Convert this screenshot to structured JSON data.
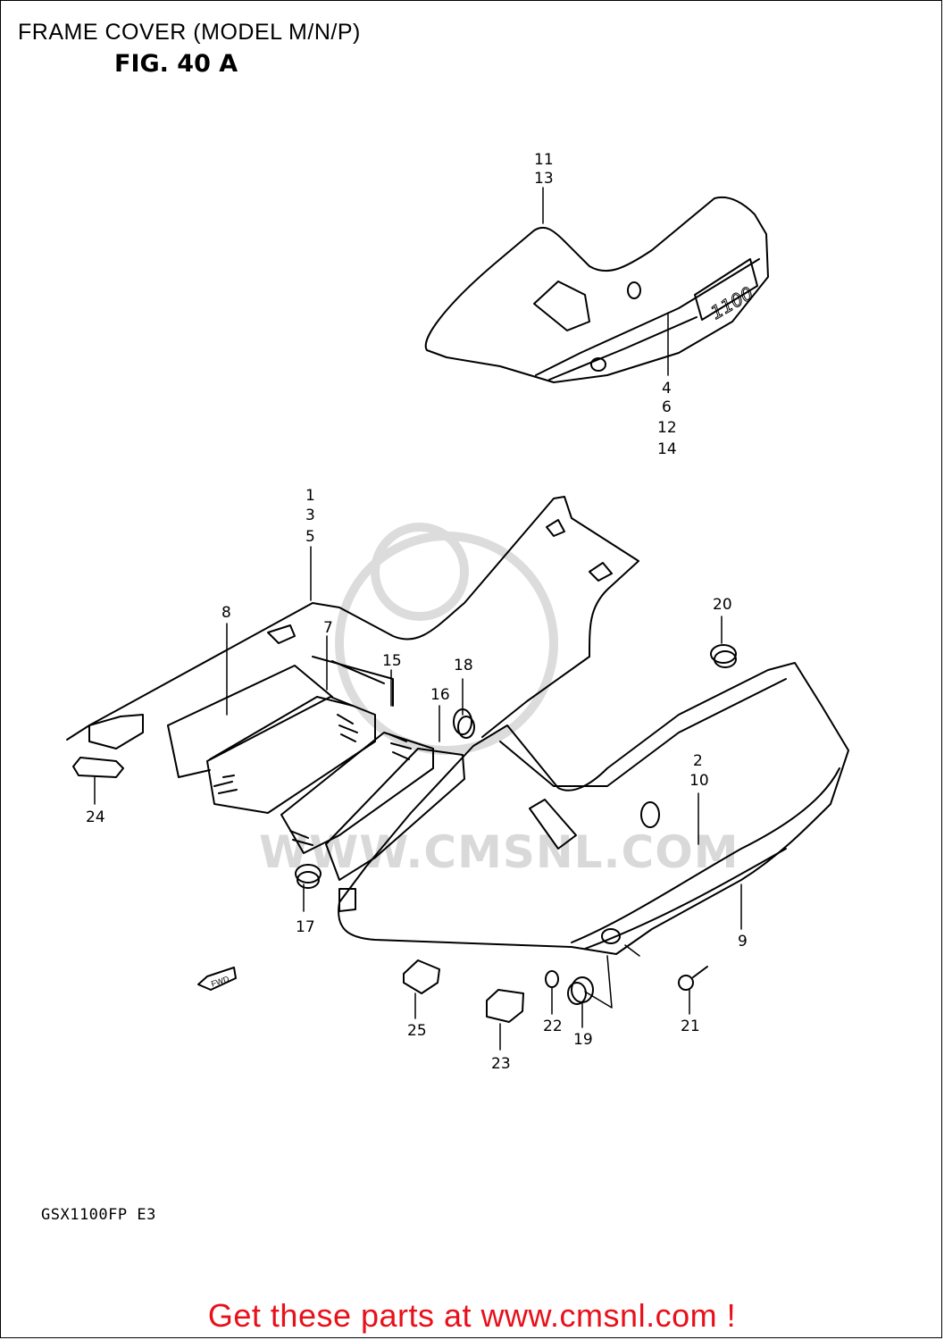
{
  "header": {
    "title": "FRAME COVER (MODEL M/N/P)",
    "figure": "FIG. 40 A"
  },
  "callouts": {
    "c11": "11",
    "c13": "13",
    "c4": "4",
    "c6": "6",
    "c12": "12",
    "c14": "14",
    "c1": "1",
    "c3": "3",
    "c5": "5",
    "c8": "8",
    "c7": "7",
    "c15": "15",
    "c18": "18",
    "c16": "16",
    "c20": "20",
    "c2": "2",
    "c10": "10",
    "c9": "9",
    "c24": "24",
    "c17": "17",
    "c25": "25",
    "c22": "22",
    "c19": "19",
    "c21": "21",
    "c23": "23"
  },
  "arrow_label": "FWD",
  "model_code": "GSX1100FP  E3",
  "watermark": "WWW.CMSNL.COM",
  "cta": "Get these parts at www.cmsnl.com !",
  "colors": {
    "cta": "#e8101a",
    "watermark": "#d9d9d9"
  }
}
